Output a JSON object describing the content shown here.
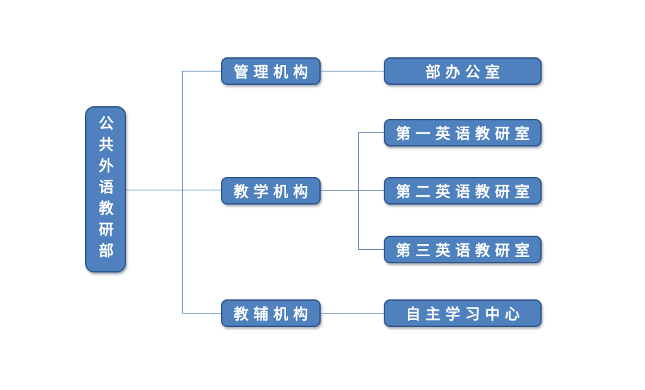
{
  "org_chart": {
    "root": {
      "label": "公共外语教研部"
    },
    "branches": [
      {
        "label": "管理机构",
        "children": [
          {
            "label": "部办公室"
          }
        ]
      },
      {
        "label": "教学机构",
        "children": [
          {
            "label": "第一英语教研室"
          },
          {
            "label": "第二英语教研室"
          },
          {
            "label": "第三英语教研室"
          }
        ]
      },
      {
        "label": "教辅机构",
        "children": [
          {
            "label": "自主学习中心"
          }
        ]
      }
    ],
    "colors": {
      "node_fill": "#4E81BD",
      "node_border": "#34598C",
      "connector": "#5B84B8",
      "text": "#FFFFFF",
      "background": "#FFFFFF"
    }
  }
}
